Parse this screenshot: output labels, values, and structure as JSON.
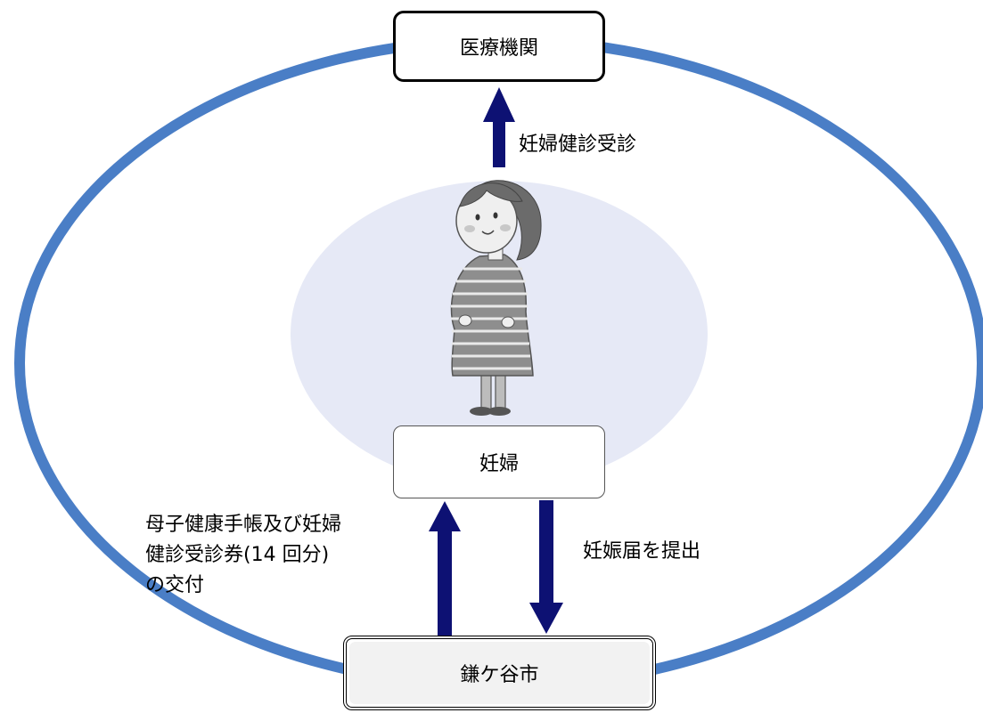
{
  "nodes": {
    "medical_institution": "医療機関",
    "pregnant_woman": "妊婦",
    "city": "鎌ケ谷市"
  },
  "edges": {
    "checkup_visit": "妊婦健診受診",
    "handbook_issue": [
      "母子健康手帳及び妊婦",
      "健診受診券(14 回分)",
      "の交付"
    ],
    "pregnancy_notification": "妊娠届を提出"
  },
  "colors": {
    "ring": "#4a7ec6",
    "arrow": "#0d1173",
    "halo": "#e6e9f6"
  }
}
